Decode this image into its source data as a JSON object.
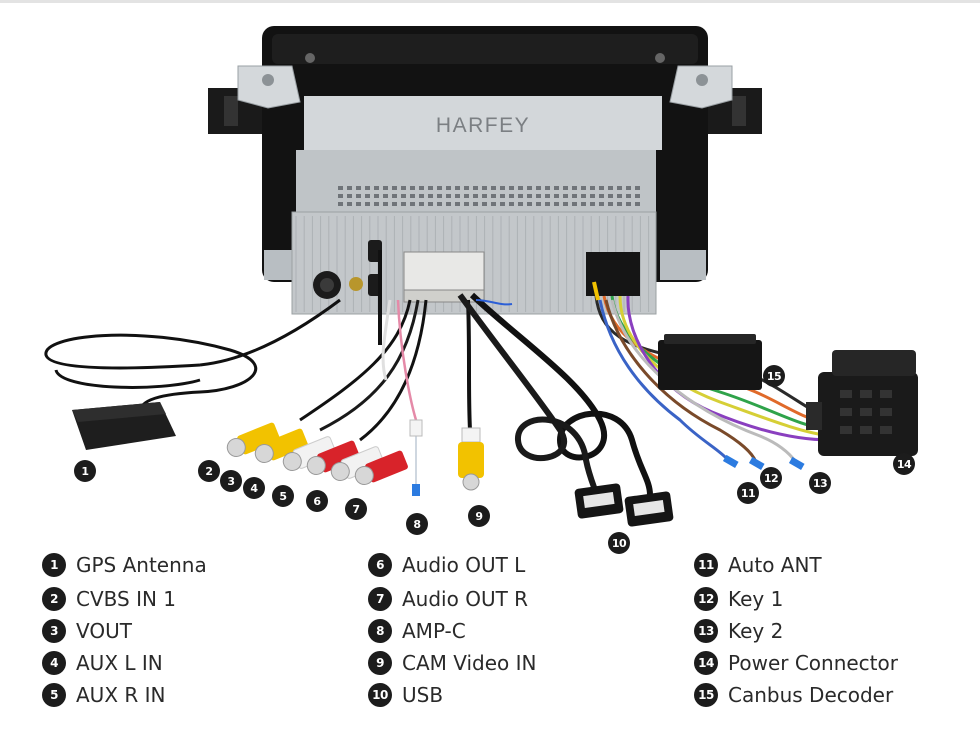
{
  "brand": "HARFEY",
  "callouts": [
    "1",
    "2",
    "3",
    "4",
    "5",
    "6",
    "7",
    "8",
    "9",
    "10",
    "11",
    "12",
    "13",
    "14",
    "15"
  ],
  "legend": [
    {
      "num": "1",
      "label": "GPS Antenna"
    },
    {
      "num": "2",
      "label": "CVBS IN 1"
    },
    {
      "num": "3",
      "label": "VOUT"
    },
    {
      "num": "4",
      "label": "AUX L IN"
    },
    {
      "num": "5",
      "label": "AUX R IN"
    },
    {
      "num": "6",
      "label": "Audio OUT L"
    },
    {
      "num": "7",
      "label": "Audio OUT R"
    },
    {
      "num": "8",
      "label": "AMP-C"
    },
    {
      "num": "9",
      "label": "CAM Video IN"
    },
    {
      "num": "10",
      "label": "USB"
    },
    {
      "num": "11",
      "label": "Auto ANT"
    },
    {
      "num": "12",
      "label": "Key 1"
    },
    {
      "num": "13",
      "label": "Key 2"
    },
    {
      "num": "14",
      "label": "Power Connector"
    },
    {
      "num": "15",
      "label": "Canbus Decoder"
    }
  ],
  "colors": {
    "badge": "#1c1c1c",
    "rca_yellow": "#f2c200",
    "rca_red": "#d8232a",
    "rca_white": "#f2f2f2",
    "panel": "#c9cdd0"
  }
}
